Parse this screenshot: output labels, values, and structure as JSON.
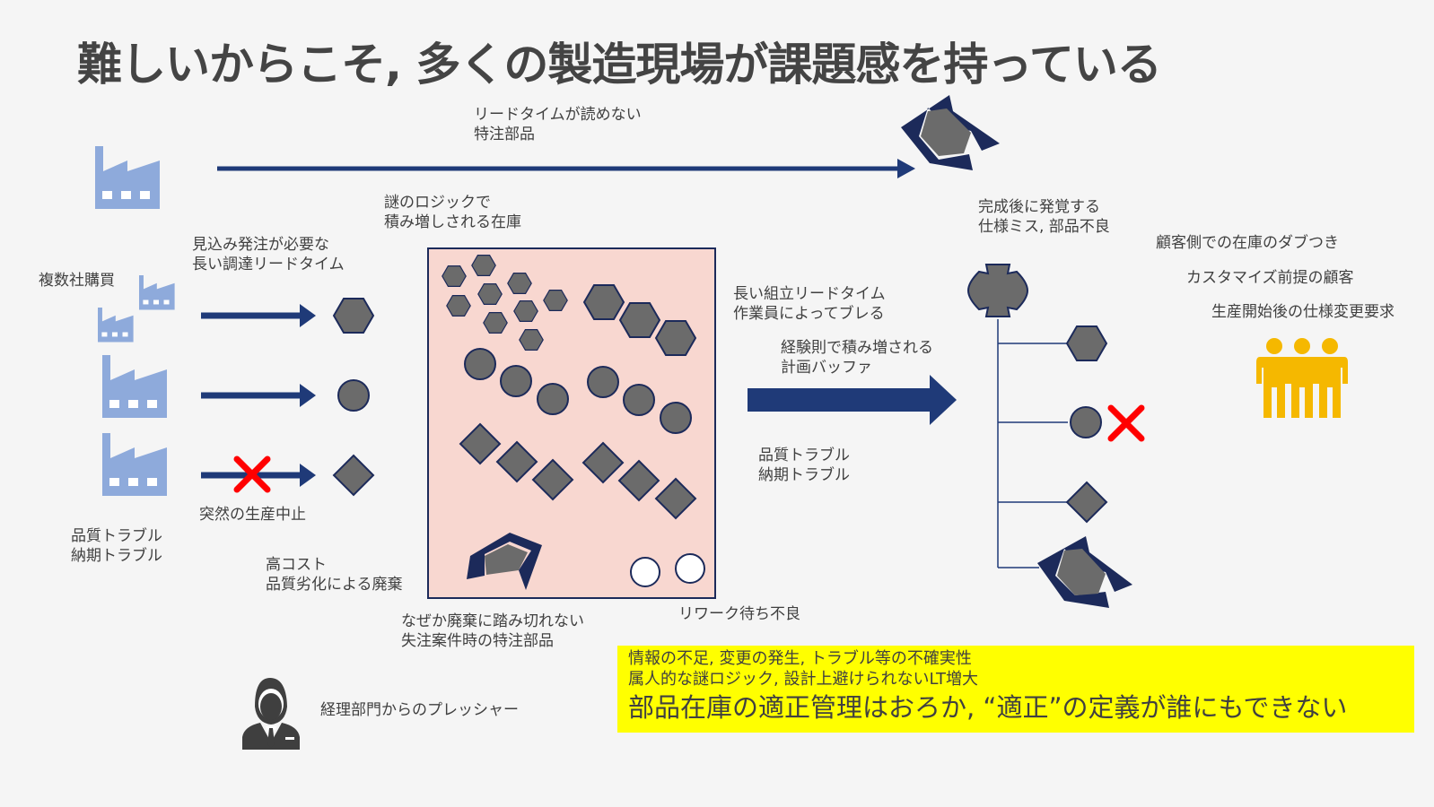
{
  "title": "難しいからこそ, 多くの製造現場が課題感を持っている",
  "labels": {
    "leadtime_unknown": "リードタイムが読めない\n特注部品",
    "mystery_stock": "謎のロジックで\n積み増しされる在庫",
    "long_procure": "見込み発注が必要な\n長い調達リードタイム",
    "multi_vendor": "複数社購買",
    "sudden_stop": "突然の生産中止",
    "quality_left": "品質トラブル\n納期トラブル",
    "high_cost": "高コスト\n品質劣化による廃棄",
    "cant_dispose": "なぜか廃棄に踏み切れない\n失注案件時の特注部品",
    "rework": "リワーク待ち不良",
    "finance": "経理部門からのプレッシャー",
    "assembly_lt": "長い組立リードタイム\n作業員によってブレる",
    "buffer": "経験則で積み増される\n計画バッファ",
    "quality_mid": "品質トラブル\n納期トラブル",
    "spec_miss": "完成後に発覚する\n仕様ミス, 部品不良",
    "cust_stock": "顧客側での在庫のダブつき",
    "cust_custom": "カスタマイズ前提の顧客",
    "cust_change": "生産開始後の仕様変更要求"
  },
  "summary": {
    "line1": "情報の不足, 変更の発生, トラブル等の不確実性",
    "line2": "属人的な謎ロジック, 設計上避けられないLT増大",
    "line3": "部品在庫の適正管理はおろか, “適正”の定義が誰にもできない"
  },
  "colors": {
    "navy": "#1f3a78",
    "part_fill": "#6b6b6b",
    "part_stroke": "#1c2a5a",
    "factory": "#8eaadb",
    "inventory_bg": "#f8d7d0",
    "people": "#f5b800",
    "cross": "#ff0000",
    "highlight": "#ffff00"
  },
  "icons": [
    "factory-icon",
    "hexagon-part-icon",
    "circle-part-icon",
    "diamond-part-icon",
    "custom-part-icon",
    "cross-icon",
    "assembly-part-icon",
    "people-icon",
    "businessman-icon"
  ]
}
